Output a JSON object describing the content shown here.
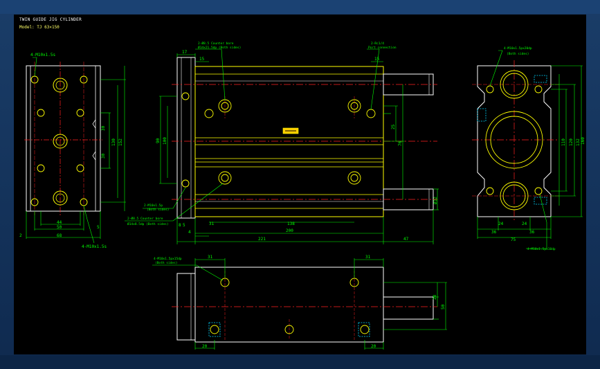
{
  "title": "TWIN GUIDE JIG CYLINDER",
  "model": "Model: TJ 63×150",
  "colors": {
    "background": "#000000",
    "outline": "#ffffff",
    "yellow": "#ffff00",
    "green": "#00ff00",
    "red": "#ff2020",
    "cyan": "#00d8ff"
  },
  "left_view": {
    "callouts": {
      "top": "4-M10x1.5s",
      "bottom": "4-M10x1.5s"
    },
    "dims": {
      "d30a": "30",
      "d30b": "30",
      "d130": "130",
      "d152": "152",
      "d44": "44",
      "d50": "50",
      "d68": "68",
      "d2": "2",
      "d5": "5"
    }
  },
  "front_view": {
    "callouts": {
      "cbore_a": "2-Ø8.5 Counter bore",
      "cbore_a2": "Ø14x21.5dp (Both sides)",
      "rc": "2-Rc1/4",
      "rc2": "Port connection",
      "m10": "2-M10x1.5p",
      "m10b": "(Both sides)",
      "cbore_b": "2-Ø8.5 Counter bore",
      "cbore_b2": "Ø14x8.5dp (Both sides)"
    },
    "dims": {
      "d17": "17",
      "d15a": "15",
      "d15b": "15",
      "d25": "25",
      "d76": "76",
      "d90": "90",
      "d100": "100",
      "d8": "8",
      "d5": "5",
      "d4": "4",
      "d31": "31",
      "d138": "138",
      "d200": "200",
      "d221": "221",
      "d47": "47",
      "dphi": "Ø32"
    }
  },
  "right_view": {
    "callouts": {
      "top": "4-M10x1.5px20dp",
      "top2": "(Both sides)",
      "bottom": "4-M10x1.5px10dp"
    },
    "dims": {
      "d110": "110",
      "d120": "120",
      "d132": "132",
      "d160": "160",
      "d24a": "24",
      "d24b": "24",
      "d36a": "36",
      "d36b": "36",
      "d75": "75"
    }
  },
  "bottom_view": {
    "callouts": {
      "holes": "4-M10x1.5px15dp",
      "holes2": "(Both sides)"
    },
    "dims": {
      "d31a": "31",
      "d31b": "31",
      "d28": "28",
      "d50": "50",
      "d20a": "20",
      "d20b": "20"
    }
  }
}
